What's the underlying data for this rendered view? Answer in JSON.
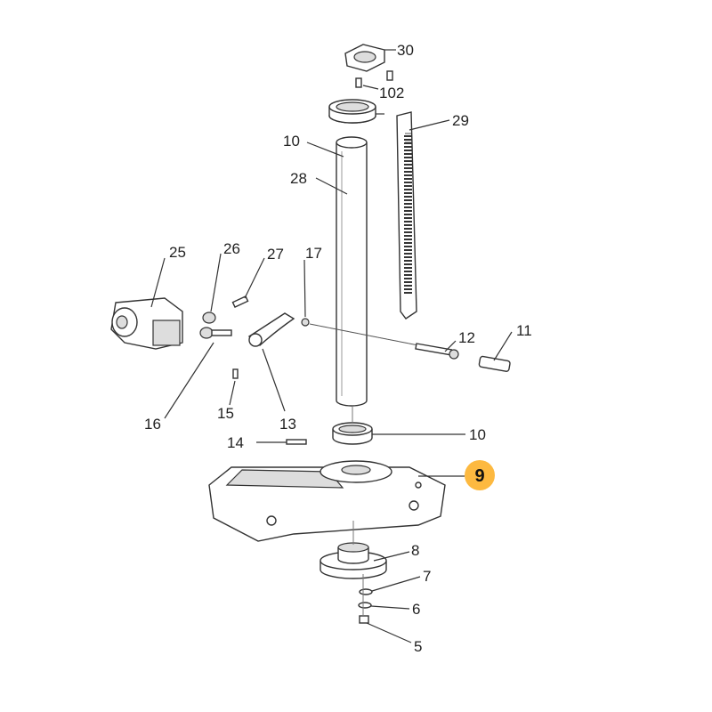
{
  "diagram": {
    "title": "Drill press column and base exploded view",
    "labels": {
      "p30": "30",
      "p102": "102",
      "p29": "29",
      "p10_top": "10",
      "p28": "28",
      "p25": "25",
      "p26": "26",
      "p27": "27",
      "p17": "17",
      "p12": "12",
      "p11": "11",
      "p16": "16",
      "p15": "15",
      "p13": "13",
      "p14": "14",
      "p10_bottom": "10",
      "p9": "9",
      "p8": "8",
      "p7": "7",
      "p6": "6",
      "p5": "5"
    },
    "highlight": {
      "label": "9",
      "color": "#FDB940"
    }
  }
}
